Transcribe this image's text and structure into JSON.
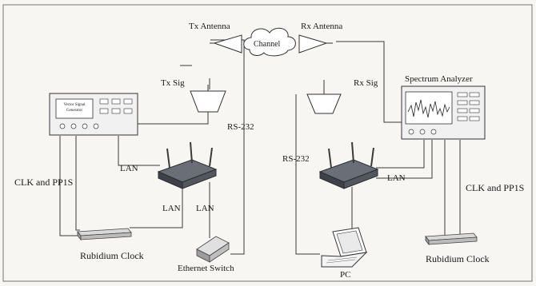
{
  "labels": {
    "tx_antenna": "Tx Antenna",
    "rx_antenna": "Rx Antenna",
    "channel": "Channel",
    "tx_sig": "Tx Sig",
    "rx_sig": "Rx Sig",
    "spectrum_analyzer": "Spectrum Analyzer",
    "vsg_screen_line1": "Vector Signal",
    "vsg_screen_line2": "Generator",
    "lan_left_upper": "LAN",
    "lan_left_lower_a": "LAN",
    "lan_left_lower_b": "LAN",
    "lan_right": "LAN",
    "rs232_left": "RS-232",
    "rs232_right": "RS-232",
    "clk_left": "CLK and PP1S",
    "clk_right": "CLK and PP1S",
    "rubidium_left": "Rubidium Clock",
    "rubidium_right": "Rubidium Clock",
    "ethernet_switch": "Ethernet Switch",
    "pc": "PC"
  },
  "colors": {
    "background": "#f7f6f3",
    "frame": "#8a8a8a",
    "wire": "#3a3a3a",
    "device_dark": "#4a4e55",
    "device_light": "#e6e6e6"
  }
}
